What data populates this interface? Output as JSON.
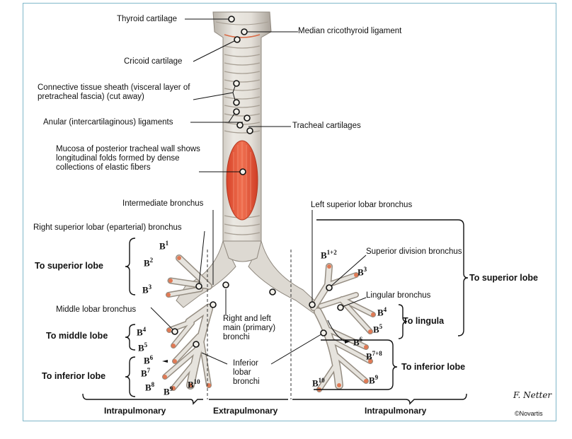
{
  "labels": {
    "thyroid_cartilage": "Thyroid cartilage",
    "median_cricothyroid": "Median cricothyroid ligament",
    "cricoid_cartilage": "Cricoid cartilage",
    "connective_tissue": "Connective tissue sheath (visceral layer of pretracheal fascia) (cut away)",
    "anular_ligaments": "Anular (intercartilaginous) ligaments",
    "tracheal_cartilages": "Tracheal cartilages",
    "mucosa": "Mucosa of posterior tracheal wall shows longitudinal folds formed by dense collections of elastic fibers",
    "intermediate_bronchus": "Intermediate bronchus",
    "right_superior_lobar": "Right superior lobar (eparterial) bronchus",
    "left_superior_lobar": "Left superior lobar bronchus",
    "superior_division": "Superior division bronchus",
    "lingular_bronchus": "Lingular bronchus",
    "middle_lobar": "Middle lobar bronchus",
    "main_bronchi": "Right and left main (primary) bronchi",
    "inferior_lobar": "Inferior lobar bronchi"
  },
  "groups": {
    "to_superior_lobe_right": "To superior lobe",
    "to_middle_lobe": "To middle lobe",
    "to_inferior_lobe_right": "To inferior lobe",
    "to_superior_lobe_left": "To superior lobe",
    "to_lingula": "To lingula",
    "to_inferior_lobe_left": "To inferior lobe"
  },
  "segments": {
    "r_b1": {
      "b": "B",
      "n": "1"
    },
    "r_b2": {
      "b": "B",
      "n": "2"
    },
    "r_b3": {
      "b": "B",
      "n": "3"
    },
    "r_b4": {
      "b": "B",
      "n": "4"
    },
    "r_b5": {
      "b": "B",
      "n": "5"
    },
    "r_b6": {
      "b": "B",
      "n": "6"
    },
    "r_b7": {
      "b": "B",
      "n": "7"
    },
    "r_b8": {
      "b": "B",
      "n": "8"
    },
    "r_b9": {
      "b": "B",
      "n": "9"
    },
    "r_b10": {
      "b": "B",
      "n": "10"
    },
    "l_b12": {
      "b": "B",
      "n": "1+2"
    },
    "l_b3": {
      "b": "B",
      "n": "3"
    },
    "l_b4": {
      "b": "B",
      "n": "4"
    },
    "l_b5": {
      "b": "B",
      "n": "5"
    },
    "l_b6": {
      "b": "B",
      "n": "6"
    },
    "l_b78": {
      "b": "B",
      "n": "7+8"
    },
    "l_b9": {
      "b": "B",
      "n": "9"
    },
    "l_b10": {
      "b": "B",
      "n": "10"
    }
  },
  "footer": {
    "intrapulmonary_left": "Intrapulmonary",
    "extrapulmonary": "Extrapulmonary",
    "intrapulmonary_right": "Intrapulmonary"
  },
  "credits": {
    "signature": "F. Netter",
    "copyright": "©Novartis"
  },
  "colors": {
    "airway": "#d9d6cf",
    "airway_edge": "#9b948a",
    "mucosa": "#e8583a",
    "vessel": "#d96a45",
    "leader": "#111111"
  }
}
